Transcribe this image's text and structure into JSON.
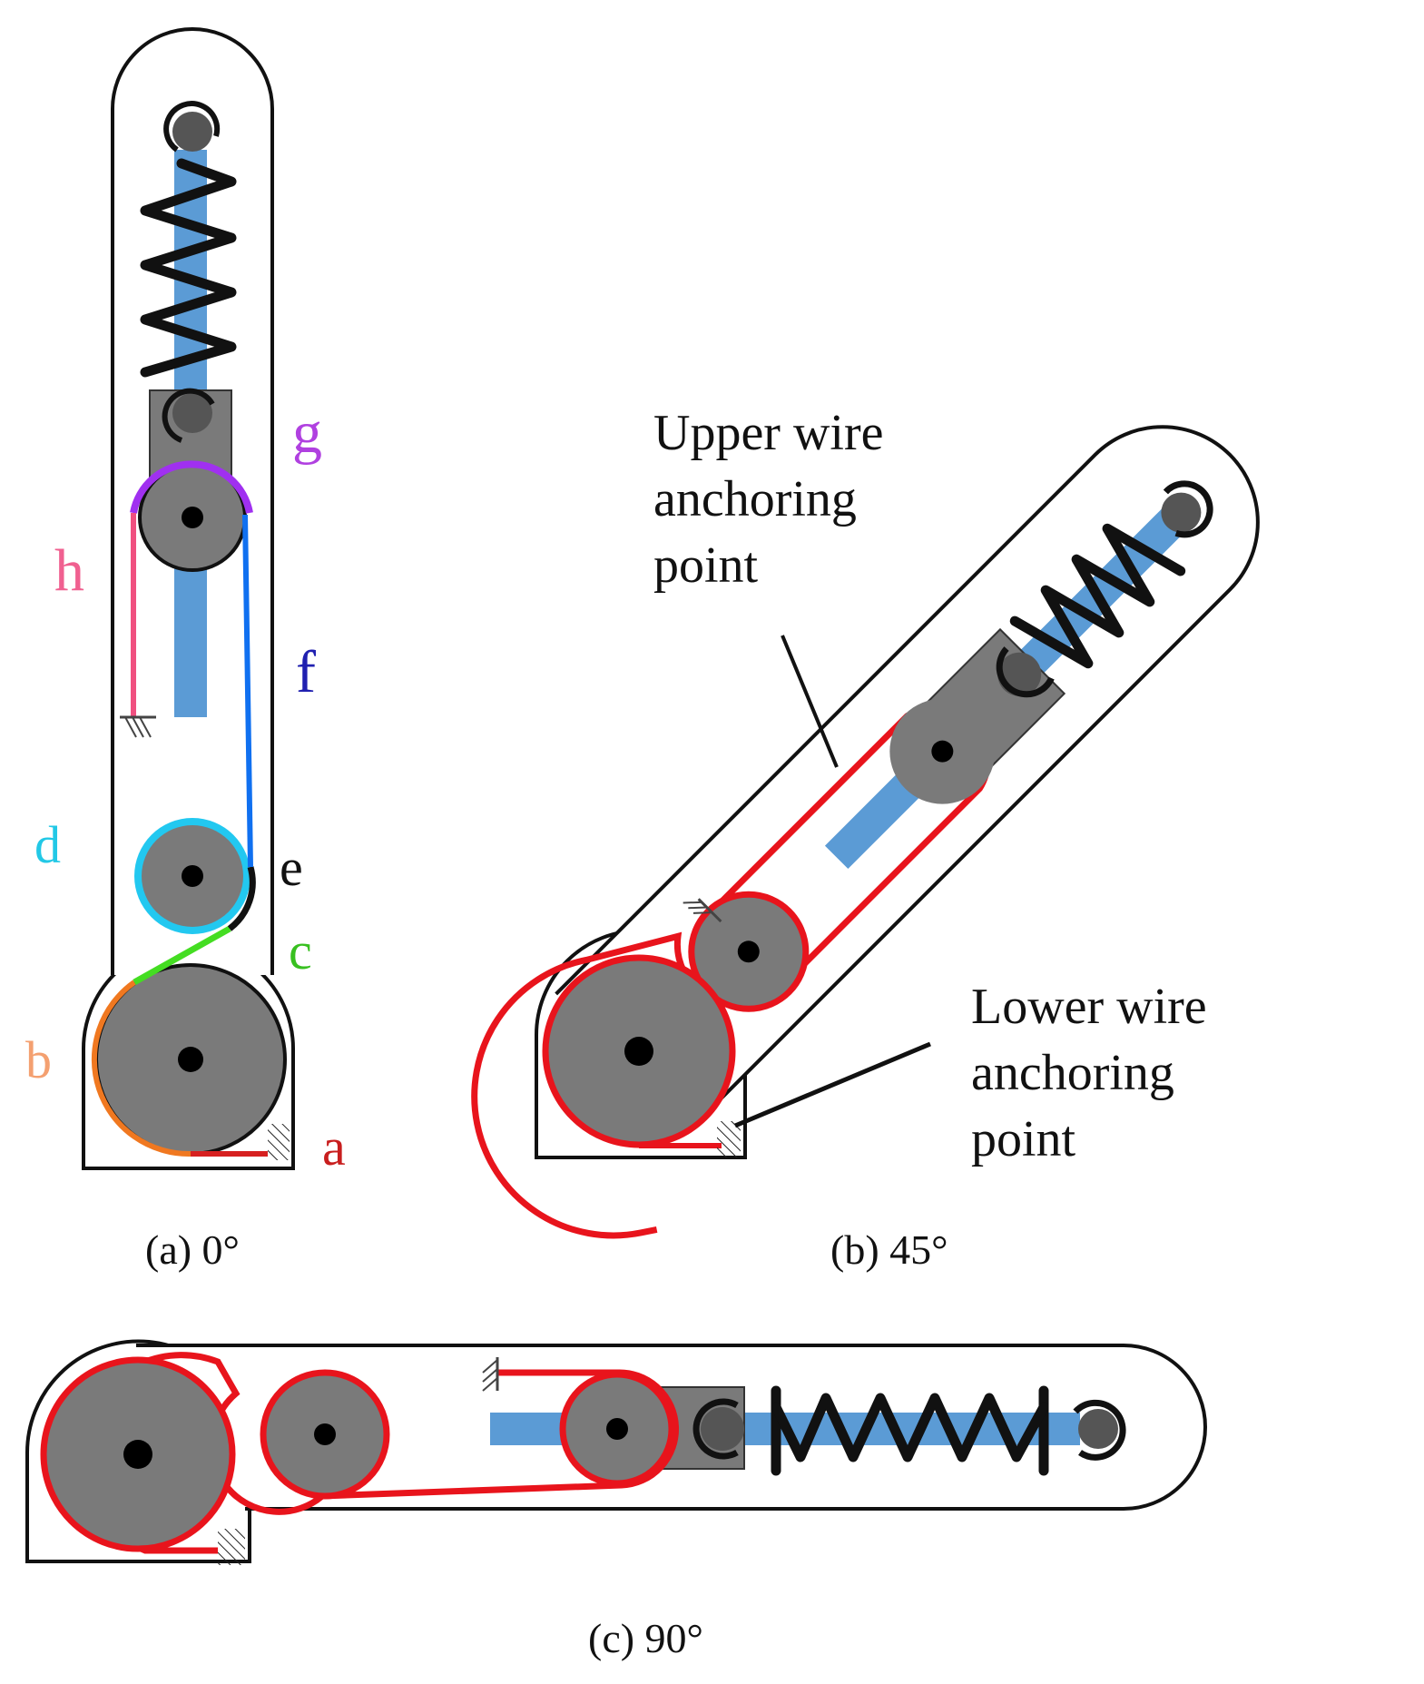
{
  "panel_a": {
    "caption": "(a) 0°",
    "labels": {
      "a": "a",
      "b": "b",
      "c": "c",
      "d": "d",
      "e": "e",
      "f": "f",
      "g": "g",
      "h": "h"
    }
  },
  "panel_b": {
    "caption": "(b) 45°",
    "upper_anchor": [
      "Upper wire",
      "anchoring",
      "point"
    ],
    "lower_anchor": [
      "Lower wire",
      "anchoring",
      "point"
    ]
  },
  "panel_c": {
    "caption": "(c) 90°"
  },
  "colors": {
    "pulley": "#7a7a7a",
    "spring_rod": "#5b9bd5",
    "wire_red": "#e8141c",
    "segment_a": "#d62020",
    "segment_b": "#f07820",
    "segment_c": "#44dd22",
    "segment_d": "#22c8f0",
    "segment_e": "#111111",
    "segment_f": "#1070f0",
    "segment_g": "#a030f0",
    "segment_h": "#f05080",
    "label_a": "#c81e1e",
    "label_b": "#f4a070",
    "label_c": "#38c020",
    "label_d": "#22c8e6",
    "label_e": "#111111",
    "label_f": "#2020b0",
    "label_g": "#b040e0",
    "label_h": "#f06090"
  }
}
